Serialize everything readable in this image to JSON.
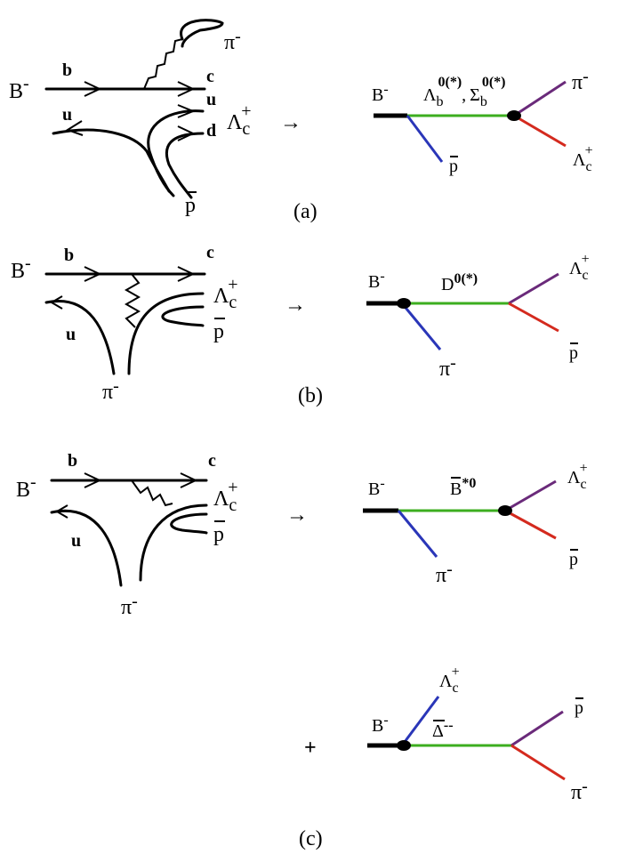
{
  "colors": {
    "ink": "#000000",
    "b_meson": "#000000",
    "blue": "#2a36b8",
    "green": "#3cae1f",
    "purple": "#6a2a7a",
    "red": "#d42a1e",
    "vertex": "#000000"
  },
  "arrow_glyph": "→",
  "plus_glyph": "+",
  "panel_a": {
    "quark": {
      "b": "b",
      "c": "c",
      "u_top": "u",
      "d": "d",
      "u_low": "u",
      "bm_main": "B",
      "bm_sup": "-",
      "pi_main": "π",
      "pi_sup": "-",
      "lc_main": "Λ",
      "lc_sub": "c",
      "lc_sup": "+",
      "pbar": "p"
    },
    "hadron": {
      "bm_main": "B",
      "bm_sup": "-",
      "res1_main": "Λ",
      "res1_sub": "b",
      "res1_sup": "0(*)",
      "sep": ",",
      "res2_main": "Σ",
      "res2_sub": "b",
      "res2_sup": "0(*)",
      "pi_main": "π",
      "pi_sup": "-",
      "lc_main": "Λ",
      "lc_sub": "c",
      "lc_sup": "+",
      "pbar": "p"
    },
    "caption": "(a)"
  },
  "panel_b": {
    "quark": {
      "b": "b",
      "c": "c",
      "u": "u",
      "bm_main": "B",
      "bm_sup": "-",
      "lc_main": "Λ",
      "lc_sub": "c",
      "lc_sup": "+",
      "pbar": "p",
      "pi_main": "π",
      "pi_sup": "-"
    },
    "hadron": {
      "bm_main": "B",
      "bm_sup": "-",
      "res_main": "D",
      "res_sup": "0(*)",
      "pi_main": "π",
      "pi_sup": "-",
      "lc_main": "Λ",
      "lc_sub": "c",
      "lc_sup": "+",
      "pbar": "p"
    },
    "caption": "(b)"
  },
  "panel_c": {
    "quark": {
      "b": "b",
      "c": "c",
      "u": "u",
      "bm_main": "B",
      "bm_sup": "-",
      "lc_main": "Λ",
      "lc_sub": "c",
      "lc_sup": "+",
      "pbar": "p",
      "pi_main": "π",
      "pi_sup": "-"
    },
    "hadron1": {
      "bm_main": "B",
      "bm_sup": "-",
      "res_main": "B",
      "res_sup": "*0",
      "pi_main": "π",
      "pi_sup": "-",
      "lc_main": "Λ",
      "lc_sub": "c",
      "lc_sup": "+",
      "pbar": "p"
    },
    "hadron2": {
      "bm_main": "B",
      "bm_sup": "-",
      "lc_main": "Λ",
      "lc_sub": "c",
      "lc_sup": "+",
      "res_main": "Δ",
      "res_sup": "--",
      "pbar": "p",
      "pi_main": "π",
      "pi_sup": "-"
    },
    "caption": "(c)"
  }
}
